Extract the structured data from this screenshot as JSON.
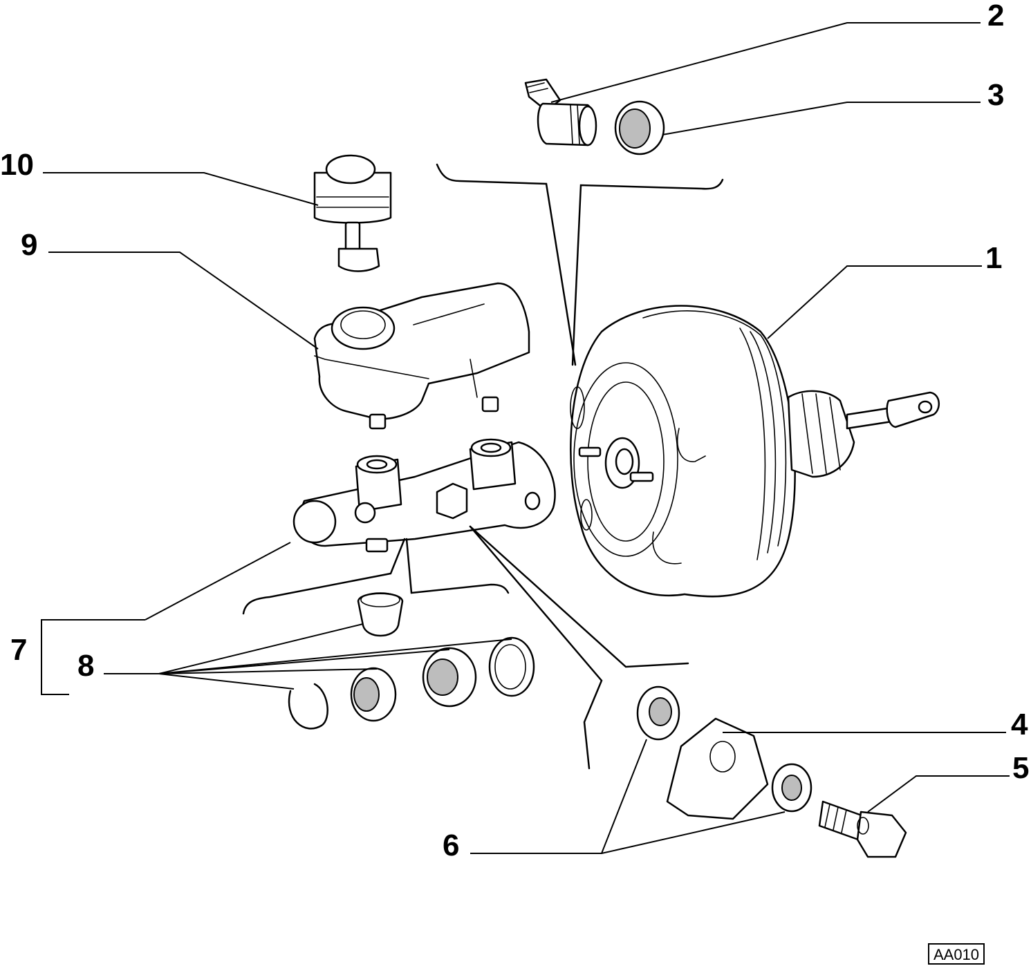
{
  "callouts": {
    "c1": "1",
    "c2": "2",
    "c3": "3",
    "c4": "4",
    "c5": "5",
    "c6": "6",
    "c7": "7",
    "c8": "8",
    "c9": "9",
    "c10": "10"
  },
  "reference_code": "AA010"
}
